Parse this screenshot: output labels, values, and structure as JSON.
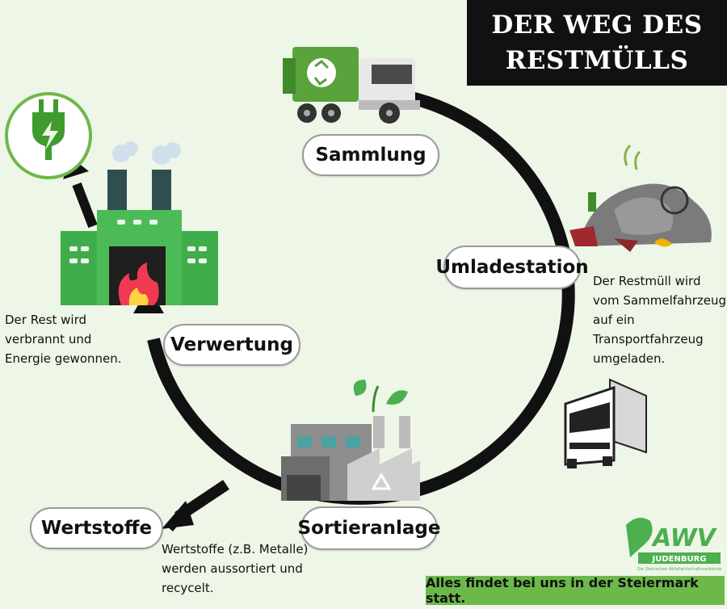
{
  "title": {
    "line1": "DER WEG DES",
    "line2": "RESTMÜLLS"
  },
  "stages": {
    "sammlung": "Sammlung",
    "umladestation": "Umladestation",
    "sortieranlage": "Sortieranlage",
    "verwertung": "Verwertung",
    "wertstoffe": "Wertstoffe"
  },
  "descriptions": {
    "umladestation": [
      "Der Restmüll wird",
      "vom Sammelfahrzeug",
      "auf ein",
      "Transportfahrzeug",
      "umgeladen."
    ],
    "verwertung": [
      "Der Rest wird",
      "verbrannt und",
      "Energie gewonnen."
    ],
    "wertstoffe": [
      "Wertstoffe (z.B. Metalle)",
      "werden aussortiert und",
      "recycelt."
    ]
  },
  "logo": {
    "name": "AWV",
    "sub": "JUDENBURG",
    "tagline": "Die Steirischen Abfallwirtschaftsverbände"
  },
  "footer": "Alles findet bei uns in der Steiermark statt.",
  "colors": {
    "background": "#eef6e8",
    "green": "#4caf50",
    "dark_green": "#2e7d32",
    "footer_green": "#6db84a",
    "arrow": "#111111"
  },
  "icons": [
    "garbage-truck-icon",
    "waste-pile-icon",
    "transport-truck-icon",
    "sorting-plant-icon",
    "incineration-plant-icon",
    "power-plug-icon",
    "awv-logo"
  ]
}
